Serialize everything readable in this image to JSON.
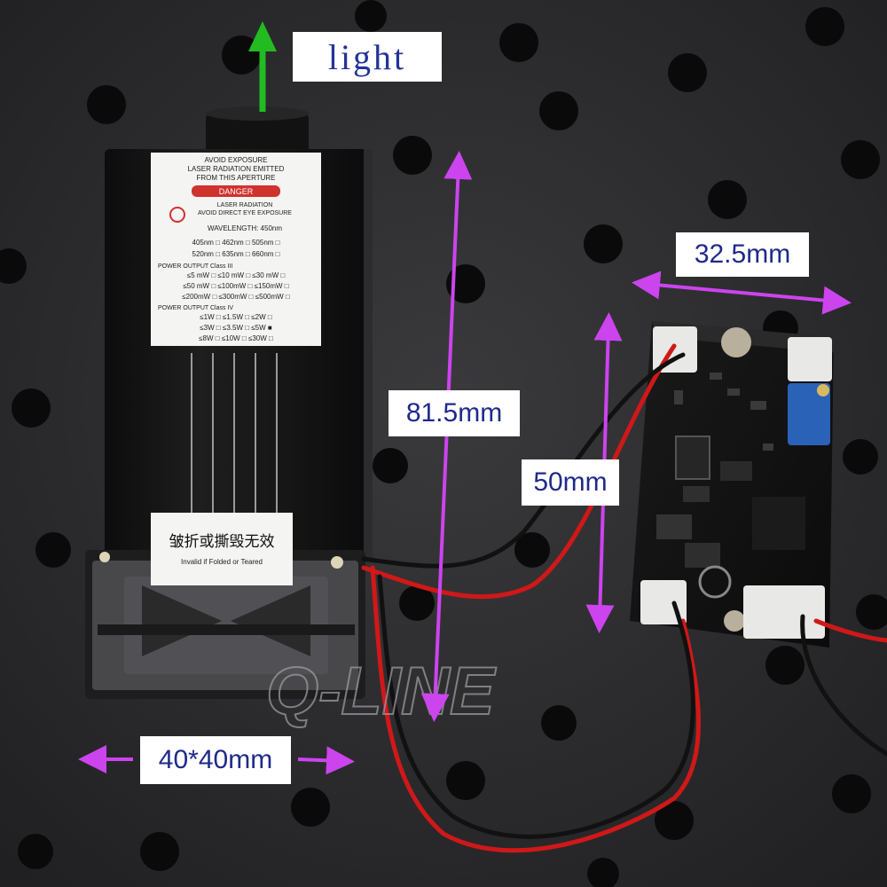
{
  "labels": {
    "light": "light",
    "width_driver": "32.5mm",
    "height_laser": "81.5mm",
    "height_driver": "50mm",
    "fan_size": "40*40mm"
  },
  "sticker_top": {
    "line1": "AVOID EXPOSURE",
    "line2": "LASER RADIATION EMITTED",
    "line3": "FROM THIS APERTURE",
    "danger": "DANGER",
    "line4": "LASER RADIATION",
    "line5": "AVOID DIRECT EYE EXPOSURE",
    "wavelength": "WAVELENGTH: 450nm",
    "row1": "405nm □  462nm □  505nm □",
    "row2": "520nm □  635nm □  660nm □",
    "class3": "POWER OUTPUT Class III",
    "p1": "≤5 mW □  ≤10 mW □  ≤30 mW □",
    "p2": "≤50 mW □  ≤100mW □  ≤150mW □",
    "p3": "≤200mW □  ≤300mW □  ≤500mW □",
    "class4": "POWER OUTPUT Class IV",
    "p4": "≤1W □  ≤1.5W □  ≤2W □",
    "p5": "≤3W □  ≤3.5W □  ≤5W ■",
    "p6": "≤8W □  ≤10W □  ≤30W □"
  },
  "sticker_bottom": {
    "zh": "皱折或撕毁无效",
    "en": "Invalid if Folded or Teared"
  },
  "colors": {
    "arrow_dimension": "#cc44ee",
    "arrow_light": "#22bb22",
    "label_text": "#1f2a8a",
    "board": "#141414",
    "wire_red": "#d01818",
    "wire_black": "#111111"
  }
}
